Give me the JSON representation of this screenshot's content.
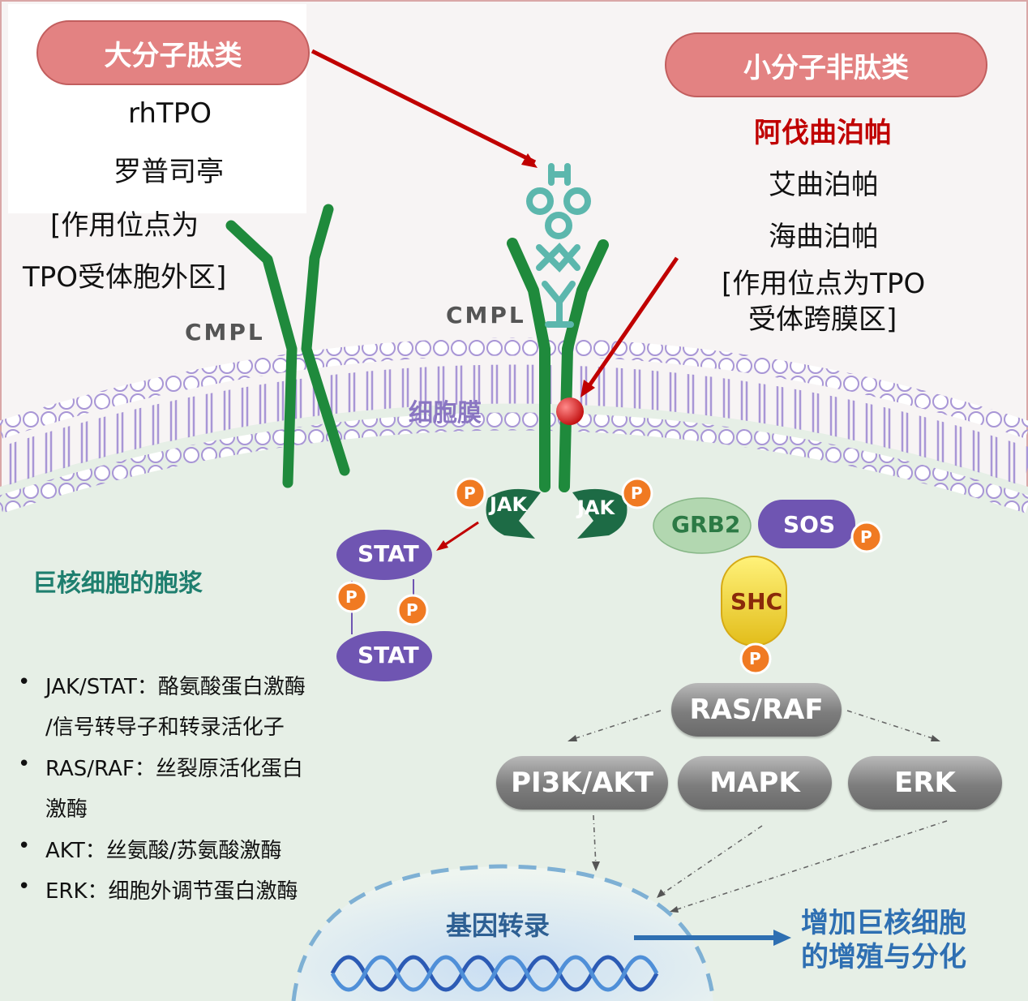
{
  "left_panel": {
    "category": "大分子肽类",
    "drugs": [
      "rhTPO",
      "罗普司亭"
    ],
    "site_line1": "[作用位点为",
    "site_line2": "TPO受体胞外区]"
  },
  "right_panel": {
    "category": "小分子非肽类",
    "drug_highlight": "阿伐曲泊帕",
    "drugs": [
      "艾曲泊帕",
      "海曲泊帕"
    ],
    "site_line1": "[作用位点为TPO",
    "site_line2": "受体跨膜区]"
  },
  "receptor_label": "CMPL",
  "membrane_label": "细胞膜",
  "cytoplasm_label": "巨核细胞的胞浆",
  "kinase": {
    "jak": "JAK",
    "phospho": "P"
  },
  "stat": {
    "label": "STAT"
  },
  "adaptors": {
    "grb2": "GRB2",
    "sos": "SOS",
    "shc": "SHC"
  },
  "pathways": {
    "ras_raf": "RAS/RAF",
    "pi3k_akt": "PI3K/AKT",
    "mapk": "MAPK",
    "erk": "ERK"
  },
  "nucleus": {
    "label": "基因转录"
  },
  "outcome": {
    "line1": "增加巨核细胞",
    "line2": "的增殖与分化"
  },
  "legend": [
    {
      "line1": "JAK/STAT：酪氨酸蛋白激酶",
      "line2": "/信号转导子和转录活化子"
    },
    {
      "line1": "RAS/RAF：丝裂原活化蛋白",
      "line2": "激酶"
    },
    {
      "line1": "AKT：丝氨酸/苏氨酸激酶",
      "line2": ""
    },
    {
      "line1": "ERK：细胞外调节蛋白激酶",
      "line2": ""
    }
  ],
  "bullet_symbol": "•",
  "colors": {
    "pill_fill": "#e38282",
    "highlight_red": "#c00000",
    "receptor_green": "#1f8a3c",
    "membrane_purple": "#b9a6dc",
    "cytoplasm": "#e6efe6",
    "stat_purple": "#6f55b2",
    "phospho_orange": "#f07a22",
    "teal_label": "#1f7f6f",
    "nucleus_text": "#2d5f93",
    "outcome_blue": "#2e6fb2"
  }
}
